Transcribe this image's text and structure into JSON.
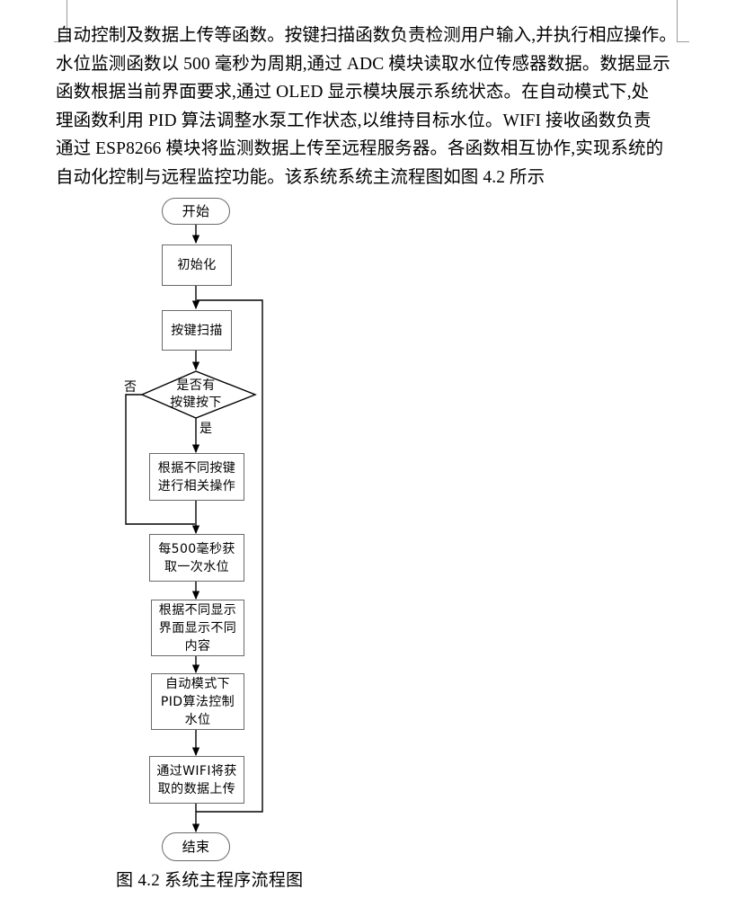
{
  "page": {
    "paragraph_lines": [
      "自动控制及数据上传等函数。按键扫描函数负责检测用户输入,并执行相应操作。",
      "水位监测函数以 500 毫秒为周期,通过 ADC 模块读取水位传感器数据。数据显示",
      "函数根据当前界面要求,通过 OLED 显示模块展示系统状态。在自动模式下,处",
      "理函数利用 PID 算法调整水泵工作状态,以维持目标水位。WIFI 接收函数负责",
      "通过 ESP8266 模块将监测数据上传至远程服务器。各函数相互协作,实现系统的",
      "自动化控制与远程监控功能。该系统系统主流程图如图 4.2 所示"
    ],
    "figure_caption": "图 4.2 系统主程序流程图"
  },
  "flowchart": {
    "title": "系统主程序流程图",
    "nodes": [
      {
        "id": "start",
        "type": "terminal",
        "label": "开始"
      },
      {
        "id": "init",
        "type": "process",
        "label": "初始化"
      },
      {
        "id": "keyscan",
        "type": "process",
        "label": "按键扫描"
      },
      {
        "id": "decision",
        "type": "decision",
        "label": "是否有\n按键按下"
      },
      {
        "id": "keyop",
        "type": "process",
        "label": "根据不同按键\n进行相关操作"
      },
      {
        "id": "waterlvl",
        "type": "process",
        "label": "每500毫秒获\n取一次水位"
      },
      {
        "id": "display",
        "type": "process",
        "label": "根据不同显示\n界面显示不同\n内容"
      },
      {
        "id": "pid",
        "type": "process",
        "label": "自动模式下\nPID算法控制\n水位"
      },
      {
        "id": "wifi",
        "type": "process",
        "label": "通过WIFI将获\n取的数据上传"
      },
      {
        "id": "end",
        "type": "terminal",
        "label": "结束"
      }
    ],
    "branch_labels": {
      "no": "否",
      "yes": "是"
    },
    "line_color": "#6a6a6a",
    "arrow_color": "#000000"
  }
}
